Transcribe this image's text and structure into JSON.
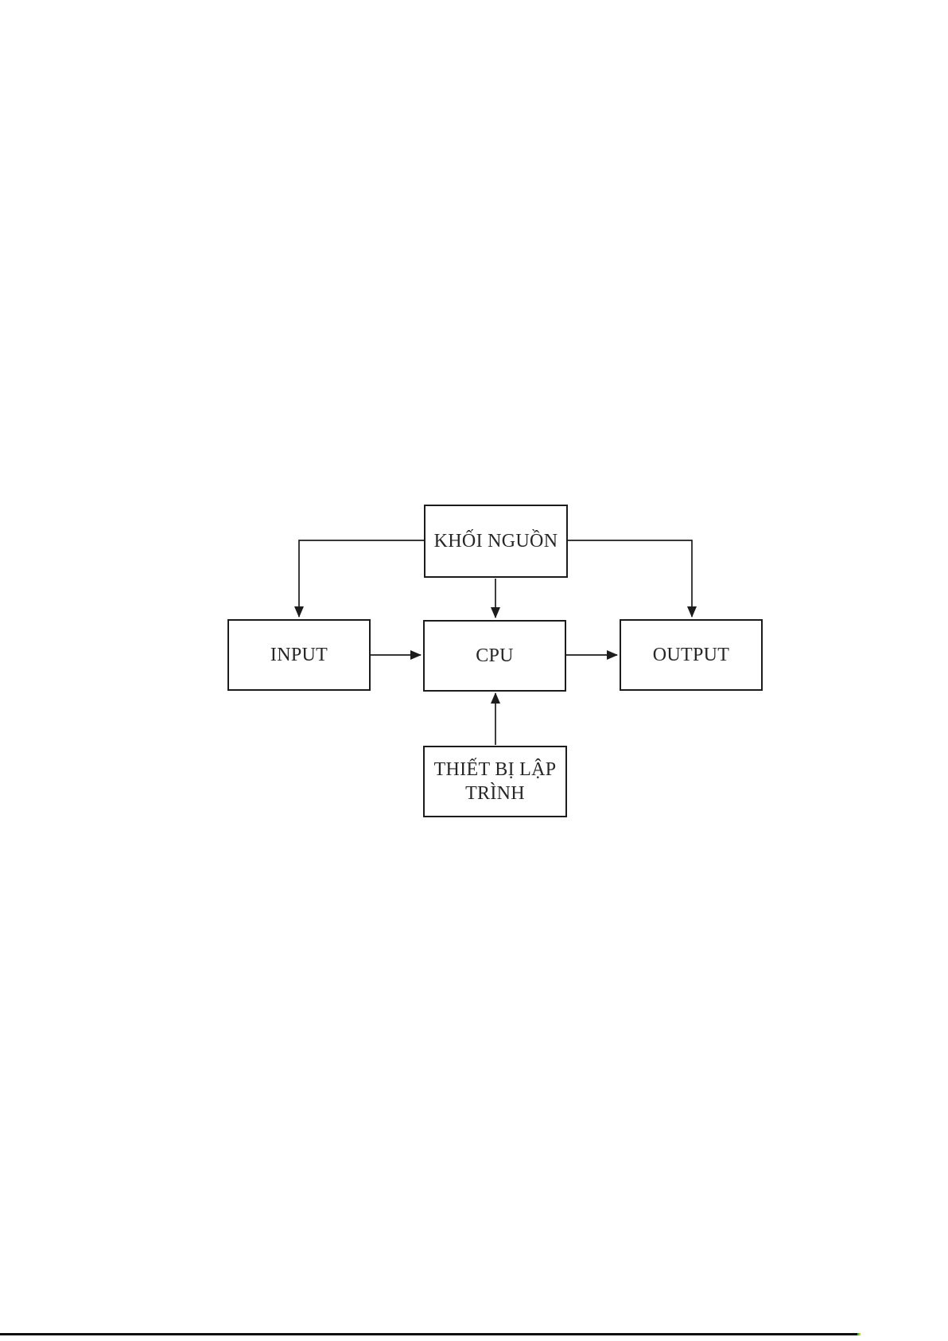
{
  "document": {
    "background": "#ffffff"
  },
  "diagram": {
    "type": "block-diagram",
    "blocks": [
      {
        "id": "khoi-nguon",
        "label": "KHỐI NGUỒN"
      },
      {
        "id": "input",
        "label": "INPUT"
      },
      {
        "id": "cpu",
        "label": "CPU"
      },
      {
        "id": "output",
        "label": "OUTPUT"
      },
      {
        "id": "thiet-bi-lap-trinh",
        "label": "THIẾT BỊ LẬP TRÌNH"
      }
    ],
    "connectors": [
      {
        "from": "khoi-nguon",
        "to": "input",
        "style": "elbow",
        "arrow": "down"
      },
      {
        "from": "khoi-nguon",
        "to": "cpu",
        "style": "straight",
        "arrow": "down"
      },
      {
        "from": "khoi-nguon",
        "to": "output",
        "style": "elbow",
        "arrow": "down"
      },
      {
        "from": "input",
        "to": "cpu",
        "style": "straight",
        "arrow": "right"
      },
      {
        "from": "cpu",
        "to": "output",
        "style": "straight",
        "arrow": "right"
      },
      {
        "from": "thiet-bi-lap-trinh",
        "to": "cpu",
        "style": "straight",
        "arrow": "up"
      }
    ],
    "colors": {
      "line": "#1c1c1c",
      "text": "#262626",
      "box_fill": "#ffffff"
    }
  },
  "footer": {
    "bottom_rule_color": "#0d0d0d"
  }
}
